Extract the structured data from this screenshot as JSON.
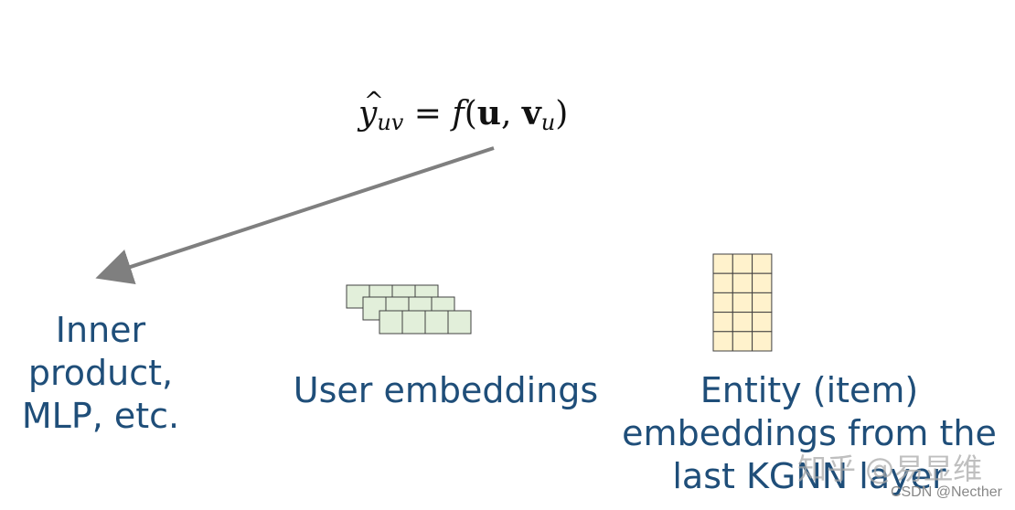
{
  "formula": {
    "y": "y",
    "hat": "^",
    "y_sub": "uv",
    "equals": " = ",
    "func": "f",
    "open": "(",
    "u": "u",
    "comma": ", ",
    "v": "v",
    "v_sub": "u",
    "close": ")"
  },
  "labels": {
    "inner_product": [
      "Inner",
      "product,",
      "MLP, etc."
    ],
    "user_embeddings": "User embeddings",
    "entity_embeddings": [
      "Entity (item)",
      "embeddings from the",
      "last KGNN layer"
    ]
  },
  "watermark": "知乎 @易显维",
  "credit": "CSDN @Necther",
  "colors": {
    "label_text": "#1f4e79",
    "arrow": "#7f7f7f",
    "user_cell_fill": "#e2efda",
    "entity_cell_fill": "#fff2cc",
    "cell_stroke": "#404040"
  },
  "icons": {
    "user_grid": "layered-embedding-grid-icon",
    "entity_grid": "matrix-grid-icon"
  }
}
